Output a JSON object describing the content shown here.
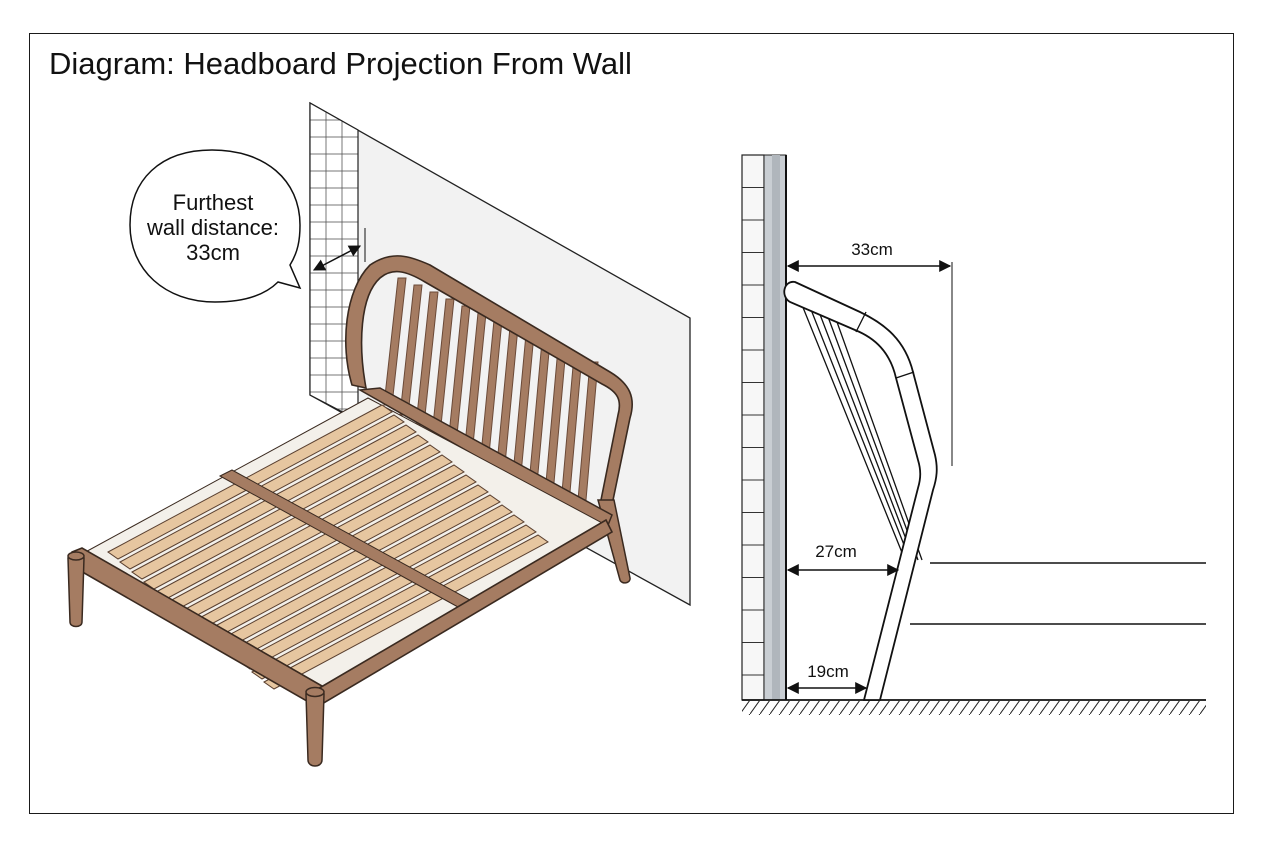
{
  "title": "Diagram: Headboard Projection From Wall",
  "callout": {
    "line1": "Furthest",
    "line2": "wall distance:",
    "line3": "33cm"
  },
  "dimensions": {
    "top": "33cm",
    "middle": "27cm",
    "bottom": "19cm"
  },
  "colors": {
    "wood": "#a57c62",
    "slat": "#e6c6a0",
    "wall_tile": "#f7f7f7",
    "wall_band": "#c9ced3",
    "line": "#1a1a1a"
  }
}
